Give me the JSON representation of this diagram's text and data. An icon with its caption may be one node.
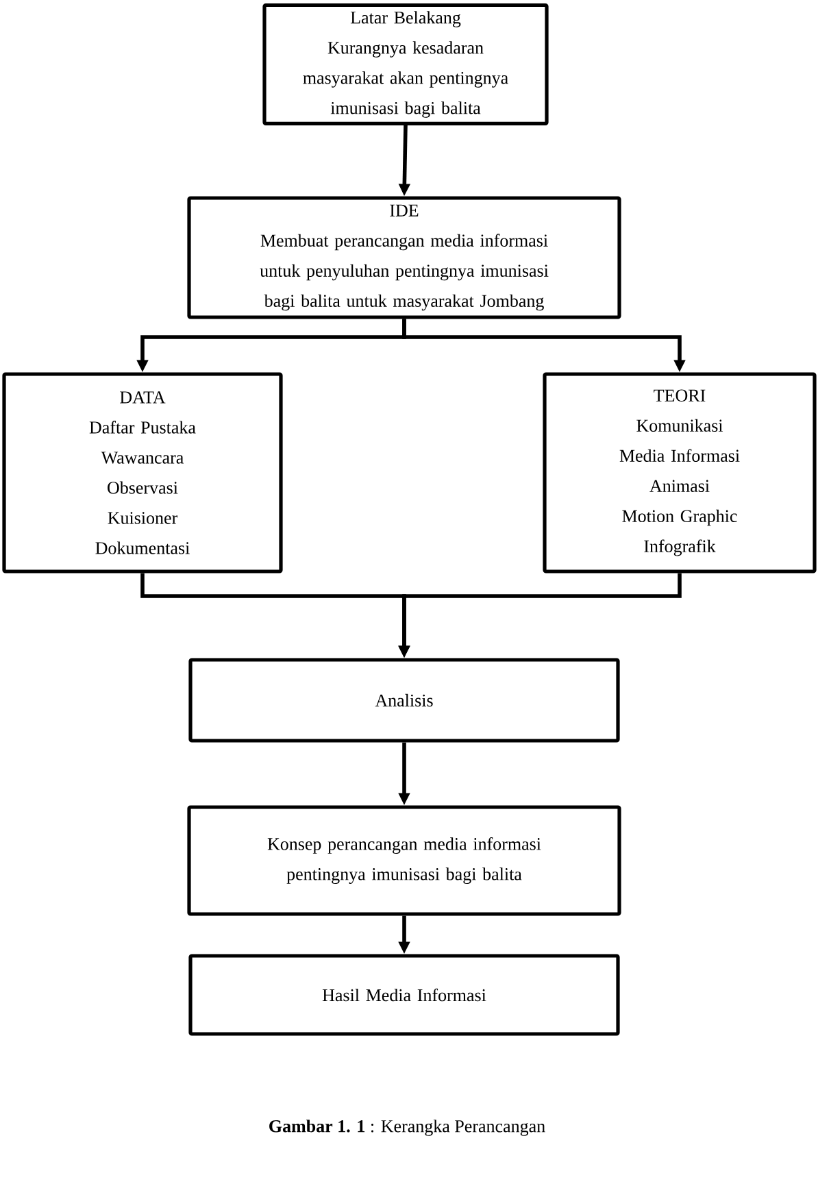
{
  "diagram": {
    "caption": "**Gambar 1. 1** : Kerangka Perancangan",
    "nodes": [
      {
        "text": [
          "Latar Belakang",
          "Kurangnya kesadaran masyarakat akan pentingnya imunisasi bagi balita"
        ]
      },
      {
        "text": [
          "IDE",
          "Membuat perancangan media informasi untuk penyuluhan pentingnya imunisasi bagi balita untuk masyarakat Jombang"
        ]
      },
      {
        "text": [
          "DATA",
          "Daftar Pustaka",
          "Wawancara",
          "Observasi",
          "Kuisioner",
          "Dokumentasi"
        ]
      },
      {
        "text": [
          "TEORI",
          "Komunikasi",
          "Media Informasi",
          "Animasi",
          "Motion Graphic",
          "Infografik"
        ]
      },
      {
        "text": [
          "Analisis"
        ]
      },
      {
        "text": [
          "Konsep perancangan media informasi pentingnya imunisasi bagi balita"
        ]
      },
      {
        "text": [
          "Hasil Media Informasi"
        ]
      }
    ],
    "edges": [
      {
        "from": 0,
        "to": 1,
        "arrow": "to"
      },
      {
        "from": 1,
        "to": 2,
        "arrow": "to"
      },
      {
        "from": 1,
        "to": 3,
        "arrow": "to"
      },
      {
        "from": 2,
        "to": 4,
        "arrow": "to"
      },
      {
        "from": 3,
        "to": 4,
        "arrow": "to"
      },
      {
        "from": 4,
        "to": 5,
        "arrow": "to"
      },
      {
        "from": 5,
        "to": 6,
        "arrow": "to"
      }
    ]
  }
}
